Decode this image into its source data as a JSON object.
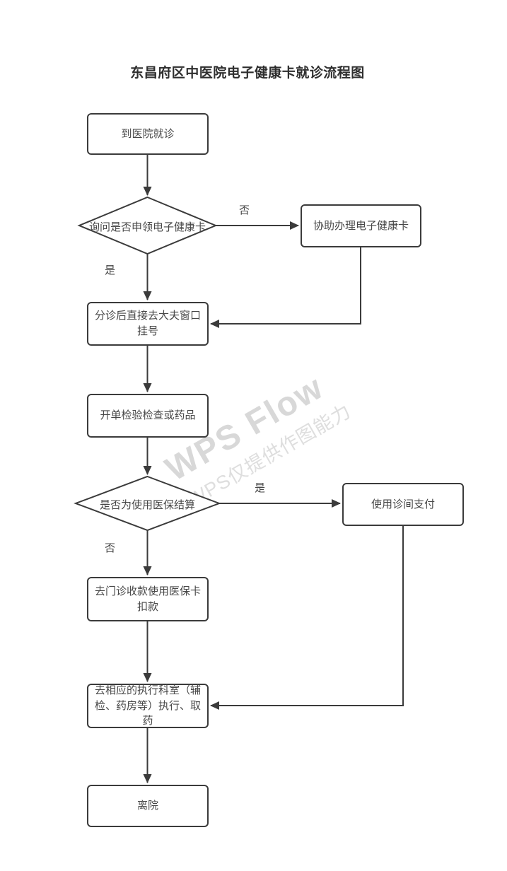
{
  "title": "东昌府区中医院电子健康卡就诊流程图",
  "watermark": {
    "line1": "WPS Flow",
    "line2": "WPS仅提供作图能力"
  },
  "nodes": {
    "start": {
      "label": "到医院就诊",
      "type": "process"
    },
    "ask_card": {
      "label": "询问是否申领电子健康卡",
      "type": "decision"
    },
    "assist_card": {
      "label": "协助办理电子健康卡",
      "type": "process"
    },
    "triage_register": {
      "label": "分诊后直接去大夫窗口挂号",
      "type": "process"
    },
    "order_tests": {
      "label": "开单检验检查或药品",
      "type": "process"
    },
    "insurance_decision": {
      "label": "是否为使用医保结算",
      "type": "decision"
    },
    "clinic_pay": {
      "label": "使用诊间支付",
      "type": "process"
    },
    "outpatient_pay": {
      "label": "去门诊收款使用医保卡扣款",
      "type": "process"
    },
    "execute_dept": {
      "label": "去相应的执行科室（辅检、药房等）执行、取药",
      "type": "process"
    },
    "leave": {
      "label": "离院",
      "type": "process"
    }
  },
  "edge_labels": {
    "ask_card_no": "否",
    "ask_card_yes": "是",
    "insurance_yes": "是",
    "insurance_no": "否"
  },
  "colors": {
    "line": "#3b3b3b",
    "text": "#474747",
    "watermark_primary": "#d8d8d8",
    "watermark_secondary": "#dedede",
    "background": "#ffffff"
  }
}
